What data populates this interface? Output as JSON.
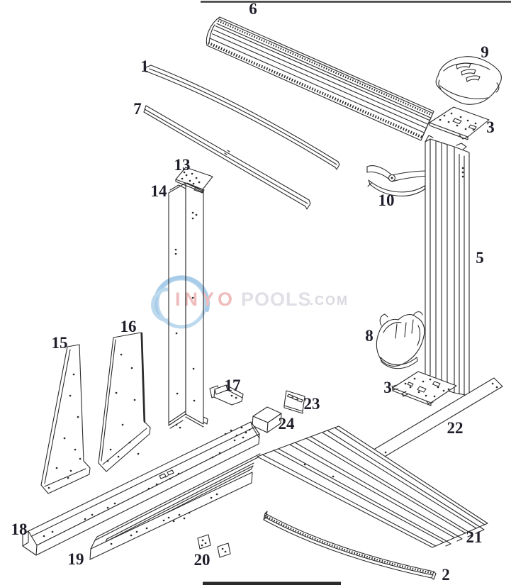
{
  "diagram": {
    "description": "Exploded parts diagram of an above-ground pool frame section",
    "background": "#ffffff",
    "line_color": "#2b2b2b",
    "label_color": "#1e1e2a"
  },
  "watermark": {
    "logo": "inyo-swirl-logo",
    "logo_color": "#b5d4ea",
    "segments": [
      {
        "text": "INYO",
        "color": "#eebcbc"
      },
      {
        "text": "POOLS",
        "color": "#dfdfe6"
      },
      {
        "text": ".COM",
        "color": "#d9d9e0"
      }
    ]
  },
  "parts": [
    {
      "num": "6",
      "name": "top-ledge"
    },
    {
      "num": "9",
      "name": "top-cap"
    },
    {
      "num": "3",
      "name": "top-plate"
    },
    {
      "num": "1",
      "name": "curved-top-rail"
    },
    {
      "num": "7",
      "name": "straight-top-rail"
    },
    {
      "num": "13",
      "name": "upright-top-plate"
    },
    {
      "num": "14",
      "name": "buttress-upright"
    },
    {
      "num": "10",
      "name": "top-bracket"
    },
    {
      "num": "5",
      "name": "upright-column"
    },
    {
      "num": "16",
      "name": "inner-buttress-brace"
    },
    {
      "num": "15",
      "name": "outer-buttress-brace"
    },
    {
      "num": "8",
      "name": "bottom-bracket"
    },
    {
      "num": "17",
      "name": "strap-bracket"
    },
    {
      "num": "3",
      "name": "bottom-plate"
    },
    {
      "num": "23",
      "name": "small-plate"
    },
    {
      "num": "24",
      "name": "hardware-box"
    },
    {
      "num": "22",
      "name": "bottom-strap"
    },
    {
      "num": "18",
      "name": "outer-buttress-channel"
    },
    {
      "num": "19",
      "name": "inner-buttress-channel"
    },
    {
      "num": "20",
      "name": "joint-plates"
    },
    {
      "num": "21",
      "name": "wall-panel"
    },
    {
      "num": "2",
      "name": "curved-bottom-rail"
    }
  ]
}
